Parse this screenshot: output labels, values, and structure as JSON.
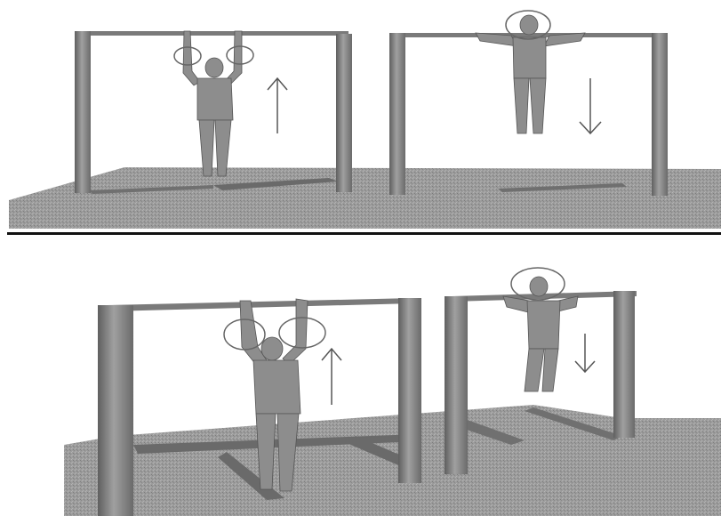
{
  "figure": {
    "panels": [
      {
        "view": "front",
        "scenes": [
          {
            "motion": "up",
            "pose": "hanging-arms-raised",
            "highlighted": [
              "left-hand",
              "right-hand"
            ]
          },
          {
            "motion": "down",
            "pose": "chin-over-bar",
            "highlighted": [
              "head"
            ]
          }
        ]
      },
      {
        "view": "perspective",
        "scenes": [
          {
            "motion": "up",
            "pose": "hanging-arms-raised",
            "highlighted": [
              "left-hand",
              "right-hand"
            ]
          },
          {
            "motion": "down",
            "pose": "chin-over-bar",
            "highlighted": [
              "head"
            ]
          }
        ]
      }
    ]
  },
  "colors": {
    "ground": "#9a9a9a",
    "post": "#7f7f7f",
    "bar": "#777777",
    "figure": "#8c8c8c",
    "arrow": "#555555",
    "highlight": "#666666",
    "divider": "#111111"
  },
  "icons": {
    "up": "arrow-up-icon",
    "down": "arrow-down-icon"
  }
}
